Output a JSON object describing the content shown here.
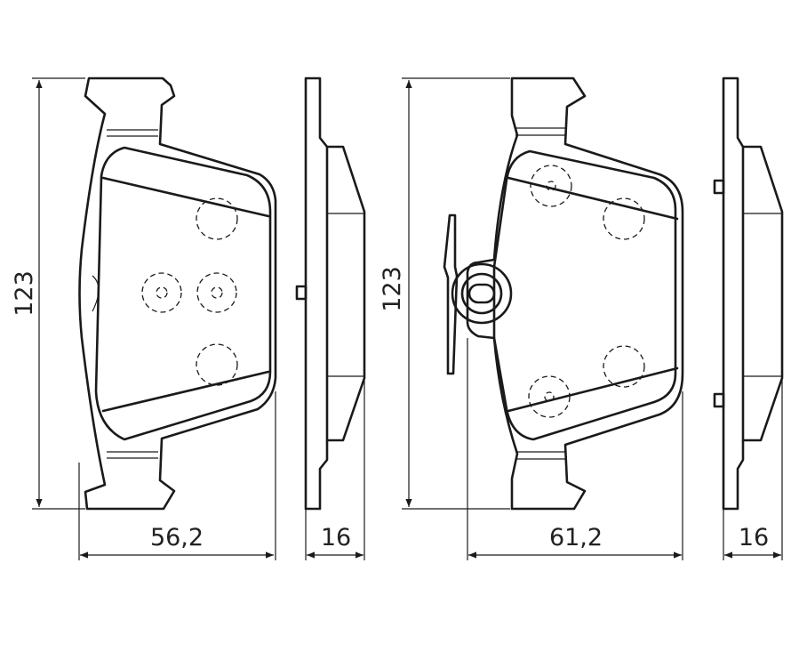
{
  "dimensions": {
    "pad1_height": "123",
    "pad1_width": "56,2",
    "pad1_thickness": "16",
    "pad2_height": "123",
    "pad2_width": "61,2",
    "pad2_thickness": "16"
  },
  "colors": {
    "line": "#1a1a1a",
    "text": "#222222",
    "background": "#ffffff"
  }
}
